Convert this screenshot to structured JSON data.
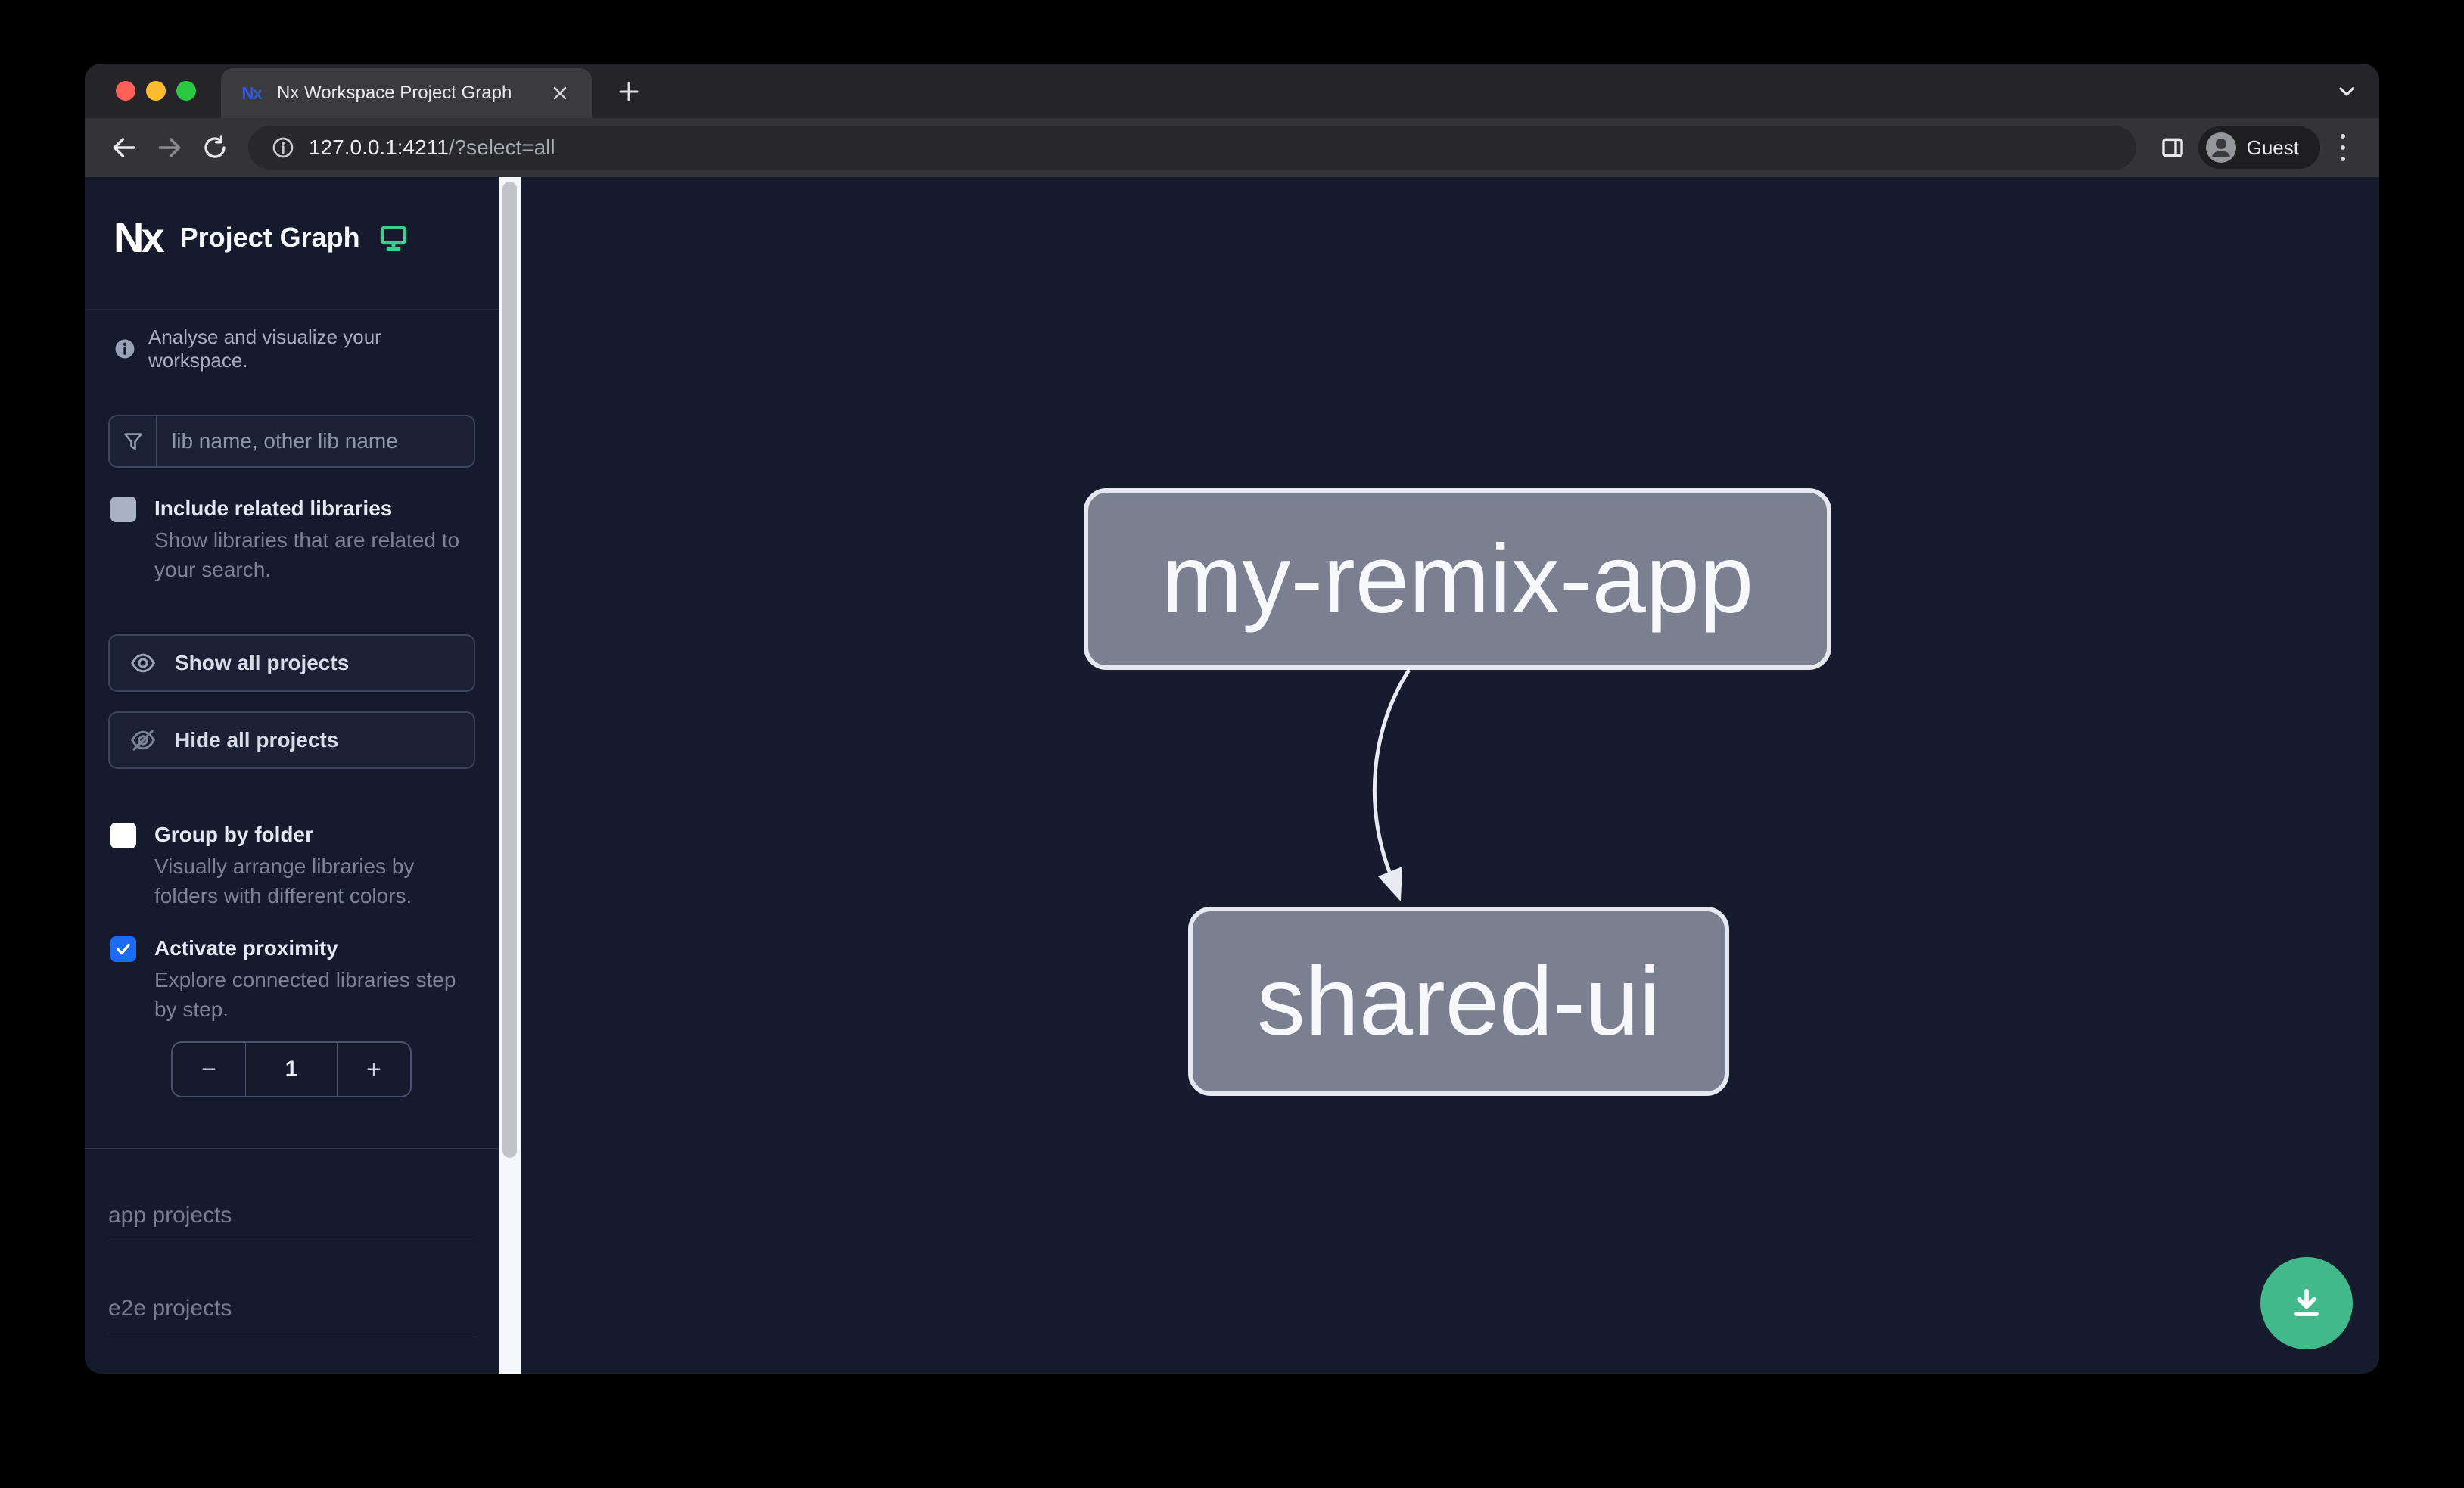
{
  "browser": {
    "tab": {
      "title": "Nx Workspace Project Graph"
    },
    "url": {
      "host": "127.0.0.1:4211",
      "path": "/?select=all"
    },
    "profile_label": "Guest"
  },
  "sidebar": {
    "logo_text": "Nx",
    "title": "Project Graph",
    "tagline": "Analyse and visualize your workspace.",
    "filter": {
      "placeholder": "lib name, other lib name",
      "value": ""
    },
    "include_related": {
      "label": "Include related libraries",
      "description": "Show libraries that are related to your search.",
      "checked": false
    },
    "buttons": {
      "show_all": "Show all projects",
      "hide_all": "Hide all projects"
    },
    "group_by_folder": {
      "label": "Group by folder",
      "description": "Visually arrange libraries by folders with different colors.",
      "checked": false
    },
    "proximity": {
      "label": "Activate proximity",
      "description": "Explore connected libraries step by step.",
      "checked": true,
      "depth_value": "1",
      "decrement_label": "−",
      "increment_label": "+"
    },
    "sections": [
      {
        "label": "app projects"
      },
      {
        "label": "e2e projects"
      }
    ]
  },
  "graph": {
    "nodes": [
      {
        "id": "my-remix-app",
        "label": "my-remix-app"
      },
      {
        "id": "shared-ui",
        "label": "shared-ui"
      }
    ],
    "edges": [
      {
        "source": "my-remix-app",
        "target": "shared-ui"
      }
    ]
  },
  "colors": {
    "accent_green": "#42b98a",
    "checkbox_checked_blue": "#1c6bf2",
    "node_fill": "#7b8090",
    "node_border": "#e5e8f0",
    "edge": "#e9ebf3",
    "traffic_red": "#ff5f57",
    "traffic_yellow": "#febc2e",
    "traffic_green": "#28c840"
  }
}
